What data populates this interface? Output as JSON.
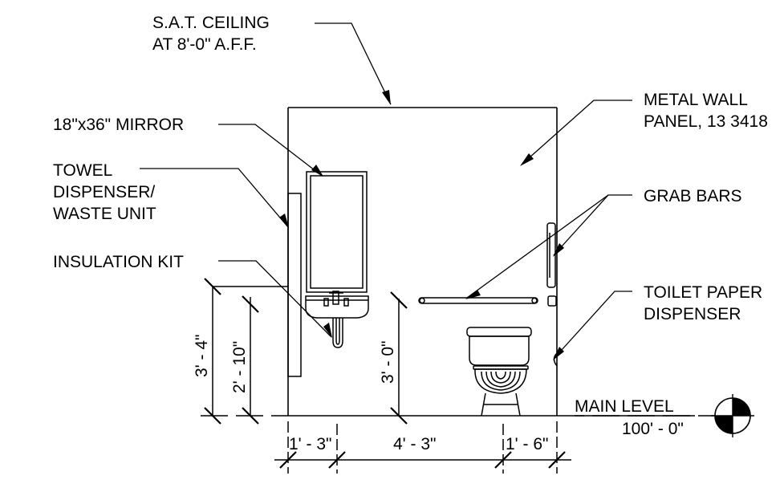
{
  "notes": {
    "ceiling": [
      "S.A.T. CEILING",
      "AT 8'-0\" A.F.F."
    ],
    "mirror": "18\"x36\" MIRROR",
    "towel": [
      "TOWEL",
      "DISPENSER/",
      "WASTE UNIT"
    ],
    "insulation": "INSULATION KIT",
    "wall_panel": [
      "METAL WALL",
      "PANEL, 13 3418"
    ],
    "grab_bars": "GRAB BARS",
    "toilet_paper": [
      "TOILET PAPER",
      "DISPENSER"
    ]
  },
  "dimensions": {
    "vertical": [
      "3' - 4\"",
      "2' - 10\"",
      "3' - 0\""
    ],
    "horizontal": [
      "1' - 3\"",
      "4' - 3\"",
      "1' - 6\""
    ]
  },
  "level": {
    "name": "MAIN LEVEL",
    "elevation": "100' - 0\""
  }
}
